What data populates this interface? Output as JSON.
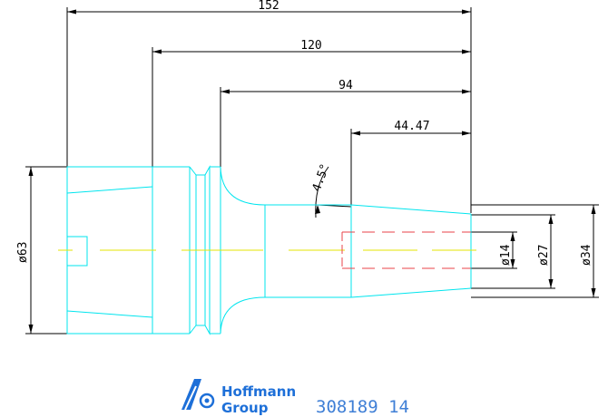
{
  "dimensions": {
    "d152": "152",
    "d120": "120",
    "d94": "94",
    "d44": "44.47",
    "angle": "4.5°",
    "dia63": "ø63",
    "dia14": "ø14",
    "dia27": "ø27",
    "dia34": "ø34"
  },
  "logo": {
    "line1": "Hoffmann",
    "line2": "Group"
  },
  "part_number": "308189 14",
  "colors": {
    "outline": "#00e5ee",
    "centerline": "#e6e600",
    "hidden": "#e8434a",
    "dimension": "#000000",
    "brand": "#1d6fd8"
  }
}
